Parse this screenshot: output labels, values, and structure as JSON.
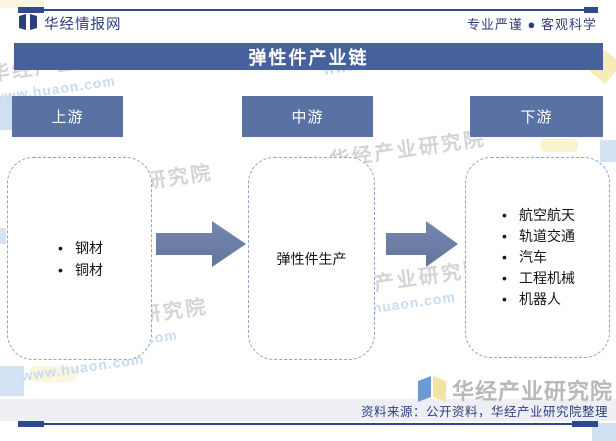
{
  "masthead": {
    "brand": "华经情报网",
    "tagline": "专业严谨 ● 客观科学"
  },
  "title": "弹性件产业链",
  "chain": {
    "upstream": {
      "label": "上游",
      "items": [
        "钢材",
        "铜材"
      ]
    },
    "midstream": {
      "label": "中游",
      "text": "弹性件生产"
    },
    "downstream": {
      "label": "下游",
      "items": [
        "航空航天",
        "轨道交通",
        "汽车",
        "工程机械",
        "机器人"
      ]
    }
  },
  "footer": {
    "source": "资料来源：公开资料，华经产业研究院整理",
    "brand": "华经产业研究院"
  },
  "watermark": {
    "brand": "华经产业研究院",
    "url": "www.huaon.com"
  },
  "colors": {
    "banner": "#46619b",
    "header_box": "#5a71a4",
    "arrow": "#6b7ea7",
    "rule": "#2e4a8c",
    "navy_text": "#2c3e7c",
    "dashed_border": "#8ca4cd",
    "strip_bg": "#edeff5",
    "logo_blue": "#6b9bd2",
    "logo_yellow": "#f2e3a0"
  }
}
